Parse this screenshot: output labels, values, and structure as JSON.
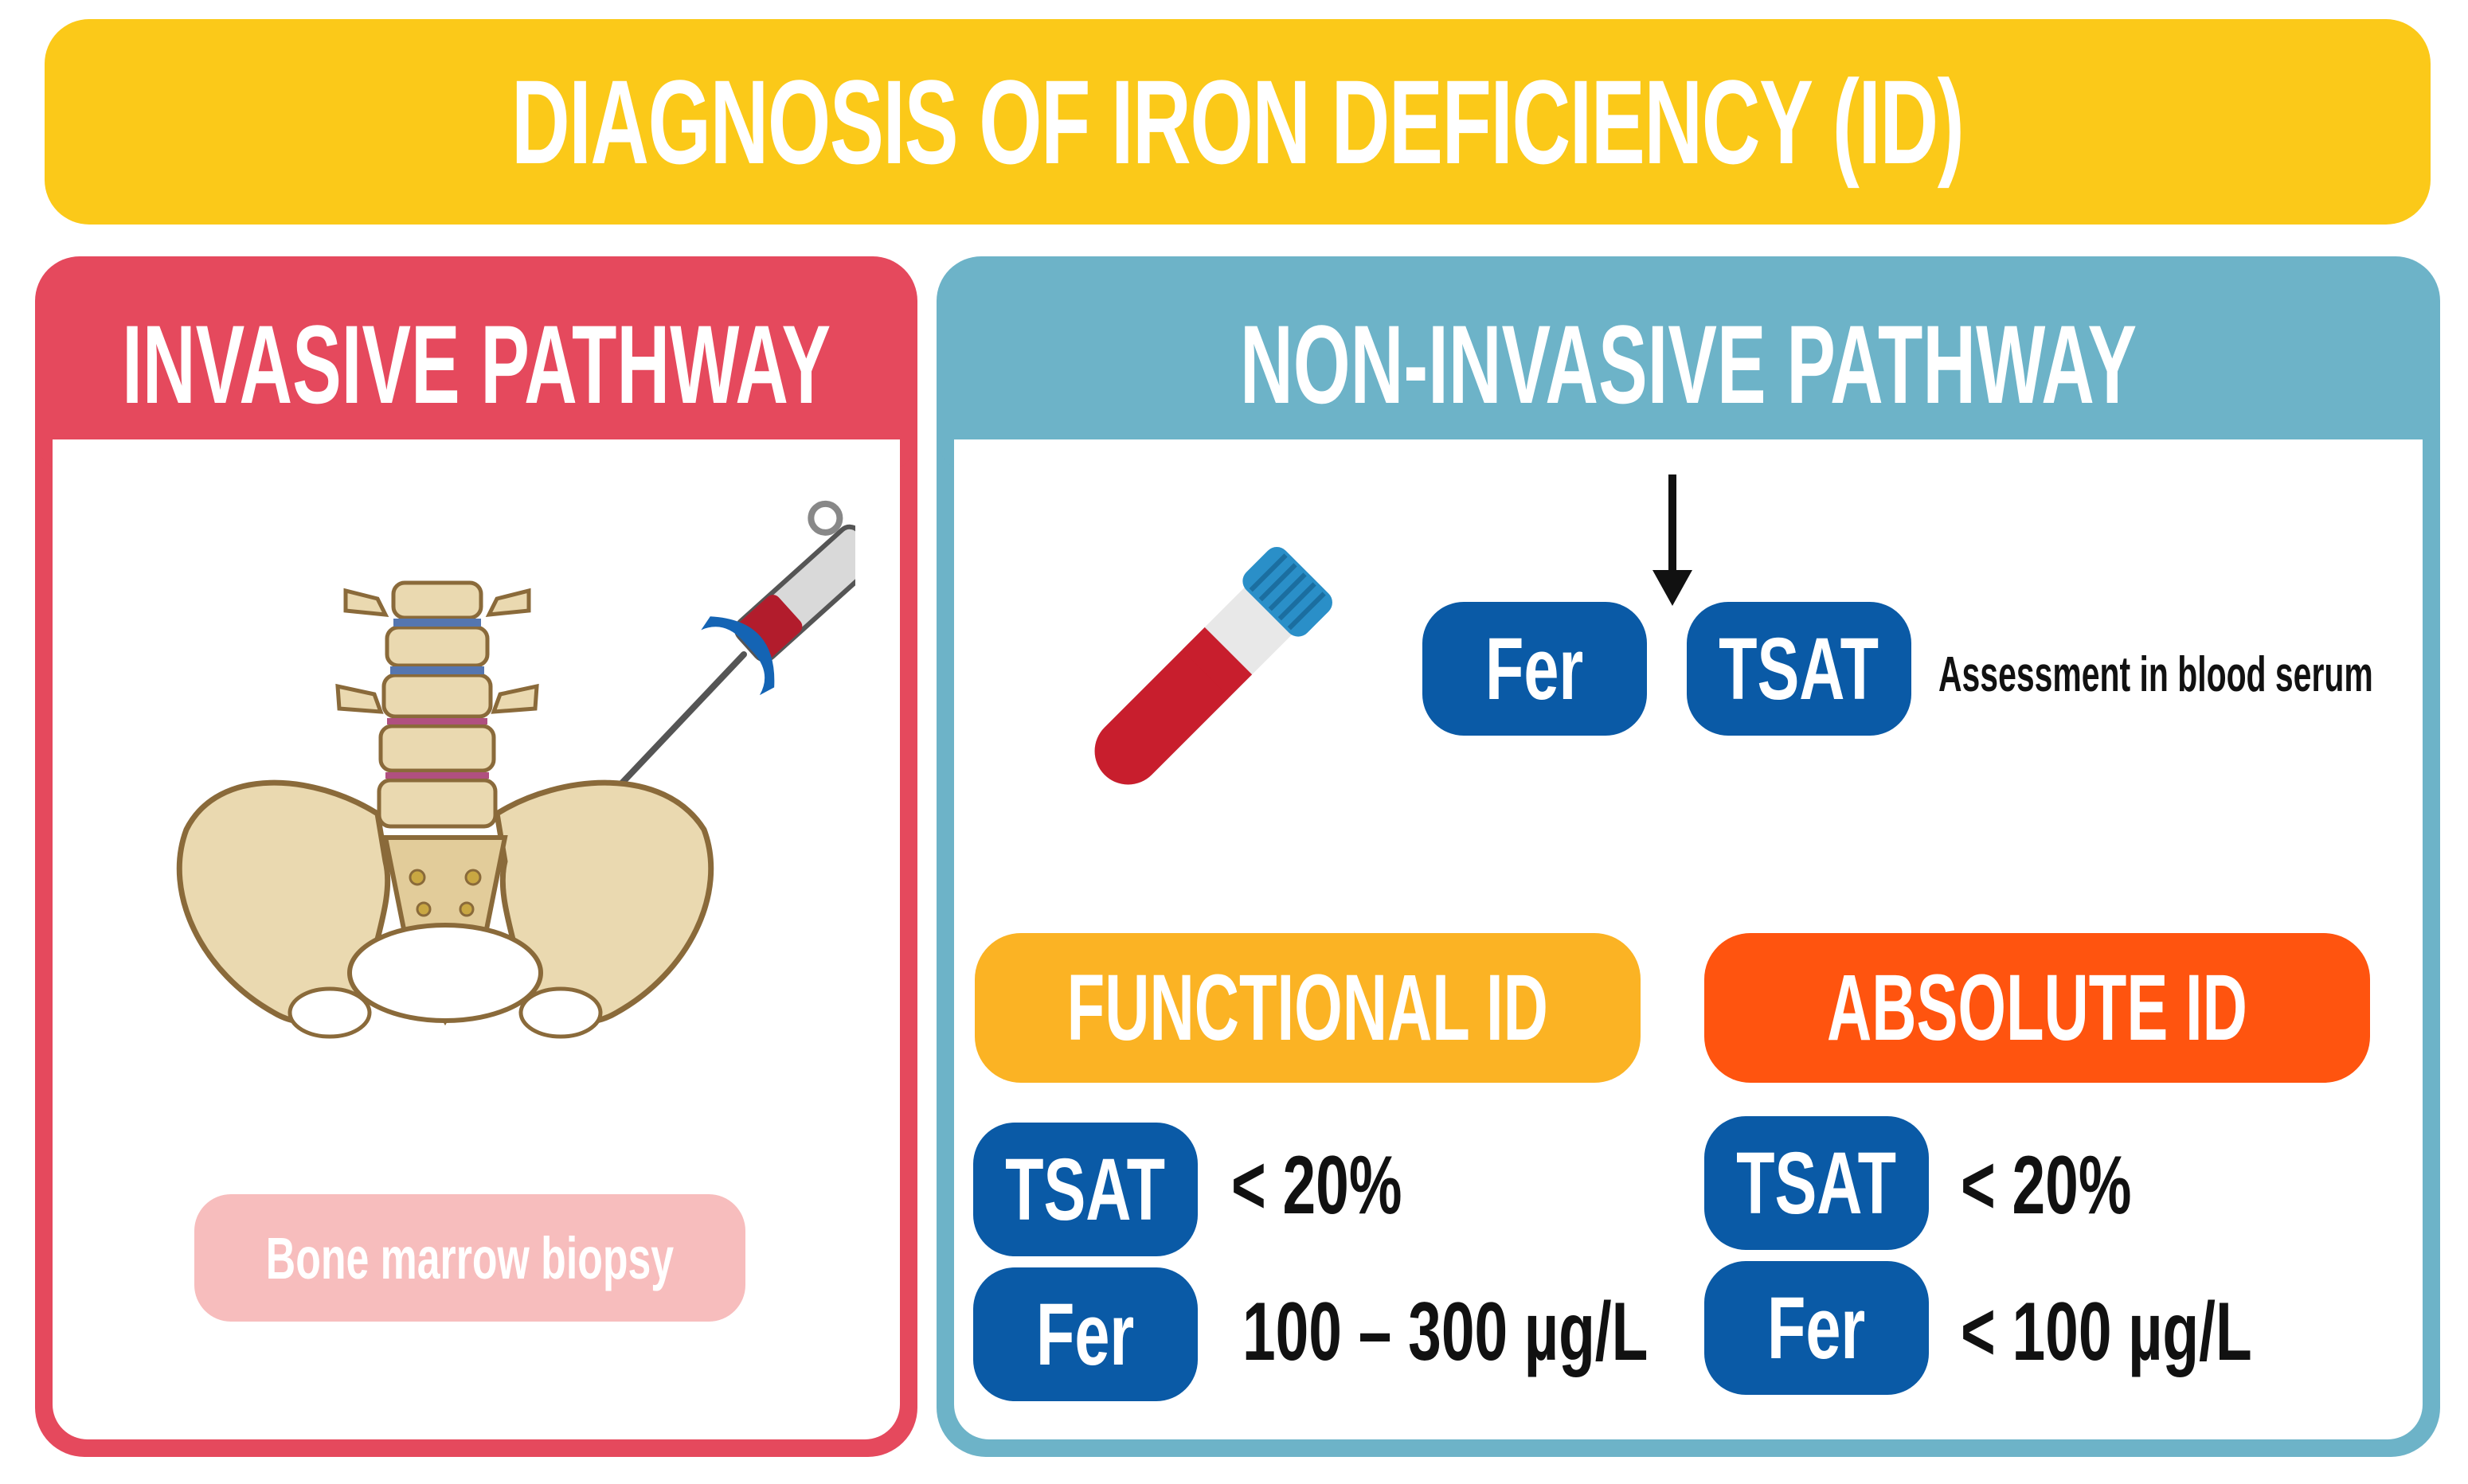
{
  "title": "DIAGNOSIS OF IRON DEFICIENCY (ID)",
  "colors": {
    "title_bg": "#FBC919",
    "invasive": "#E5495D",
    "biopsy_pill": "#F7BDBD",
    "noninvasive": "#6DB3C8",
    "dark_blue": "#0A5AA6",
    "functional": "#FBB324",
    "absolute": "#FF540F"
  },
  "invasive": {
    "title": "INVASIVE PATHWAY",
    "procedure": "Bone marrow biopsy",
    "illustration_icon": "pelvis-syringe-icon"
  },
  "noninvasive": {
    "title": "NON-INVASIVE PATHWAY",
    "illustration_icon": "blood-tube-icon",
    "tests": [
      "Fer",
      "TSAT"
    ],
    "assessment": "Assessment in blood serum",
    "functional": {
      "title": "FUNCTIONAL ID",
      "tsat_label": "TSAT",
      "tsat_value": "< 20%",
      "fer_label": "Fer",
      "fer_value": "100 – 300 µg/L"
    },
    "absolute": {
      "title": "ABSOLUTE ID",
      "tsat_label": "TSAT",
      "tsat_value": "< 20%",
      "fer_label": "Fer",
      "fer_value": "< 100 µg/L"
    }
  }
}
